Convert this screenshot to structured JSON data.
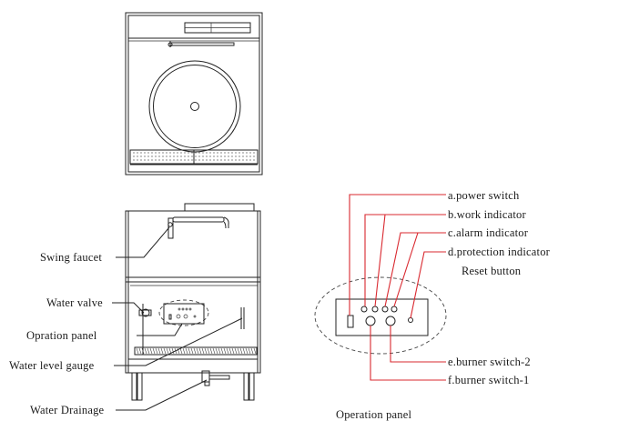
{
  "left_labels": [
    "Swing faucet",
    "Water valve",
    "Opration panel",
    "Water level gauge",
    "Water Drainage"
  ],
  "panel_labels": {
    "a": "a.power switch",
    "b": "b.work indicator",
    "c": "c.alarm indicator",
    "d": "d.protection indicator",
    "d2": "Reset button",
    "e": "e.burner switch-2",
    "f": "f.burner switch-1"
  },
  "panel_caption": "Operation panel",
  "colors": {
    "leader_red": "#d9282f",
    "line": "#222222"
  }
}
